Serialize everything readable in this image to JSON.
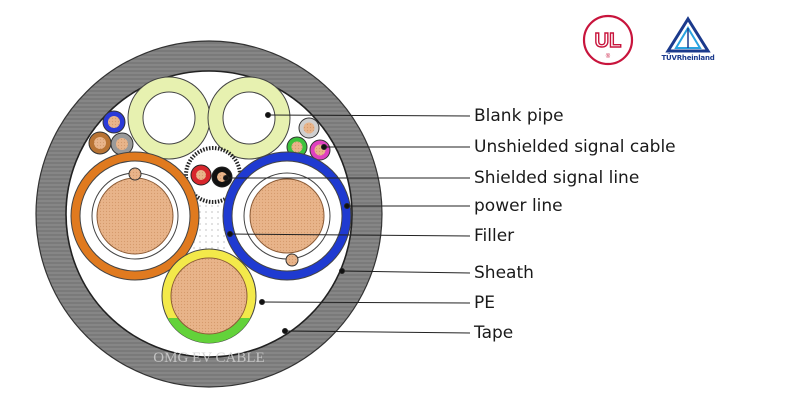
{
  "labels": {
    "blank_pipe": "Blank pipe",
    "unshielded_signal_cable": "Unshielded signal cable",
    "shielded_signal_line": "Shielded signal line",
    "power_line": "power line",
    "filler": "Filler",
    "sheath": "Sheath",
    "pe": "PE",
    "tape": "Tape"
  },
  "logos": {
    "ul": "UL",
    "tuv": "TÜVRheinland"
  },
  "watermark": "OMG EV CABLE",
  "colors": {
    "sheath": "#7f7f7f",
    "blank_pipe": "#e7f1b0",
    "power_insulation_left": "#e07a1f",
    "power_insulation_right": "#1f3ad1",
    "conductor": "#e8b48a",
    "pe_yellow": "#f3e94a",
    "pe_green": "#63d23a",
    "ul_red": "#c8143c",
    "tuv_blue": "#1b3a8c"
  }
}
